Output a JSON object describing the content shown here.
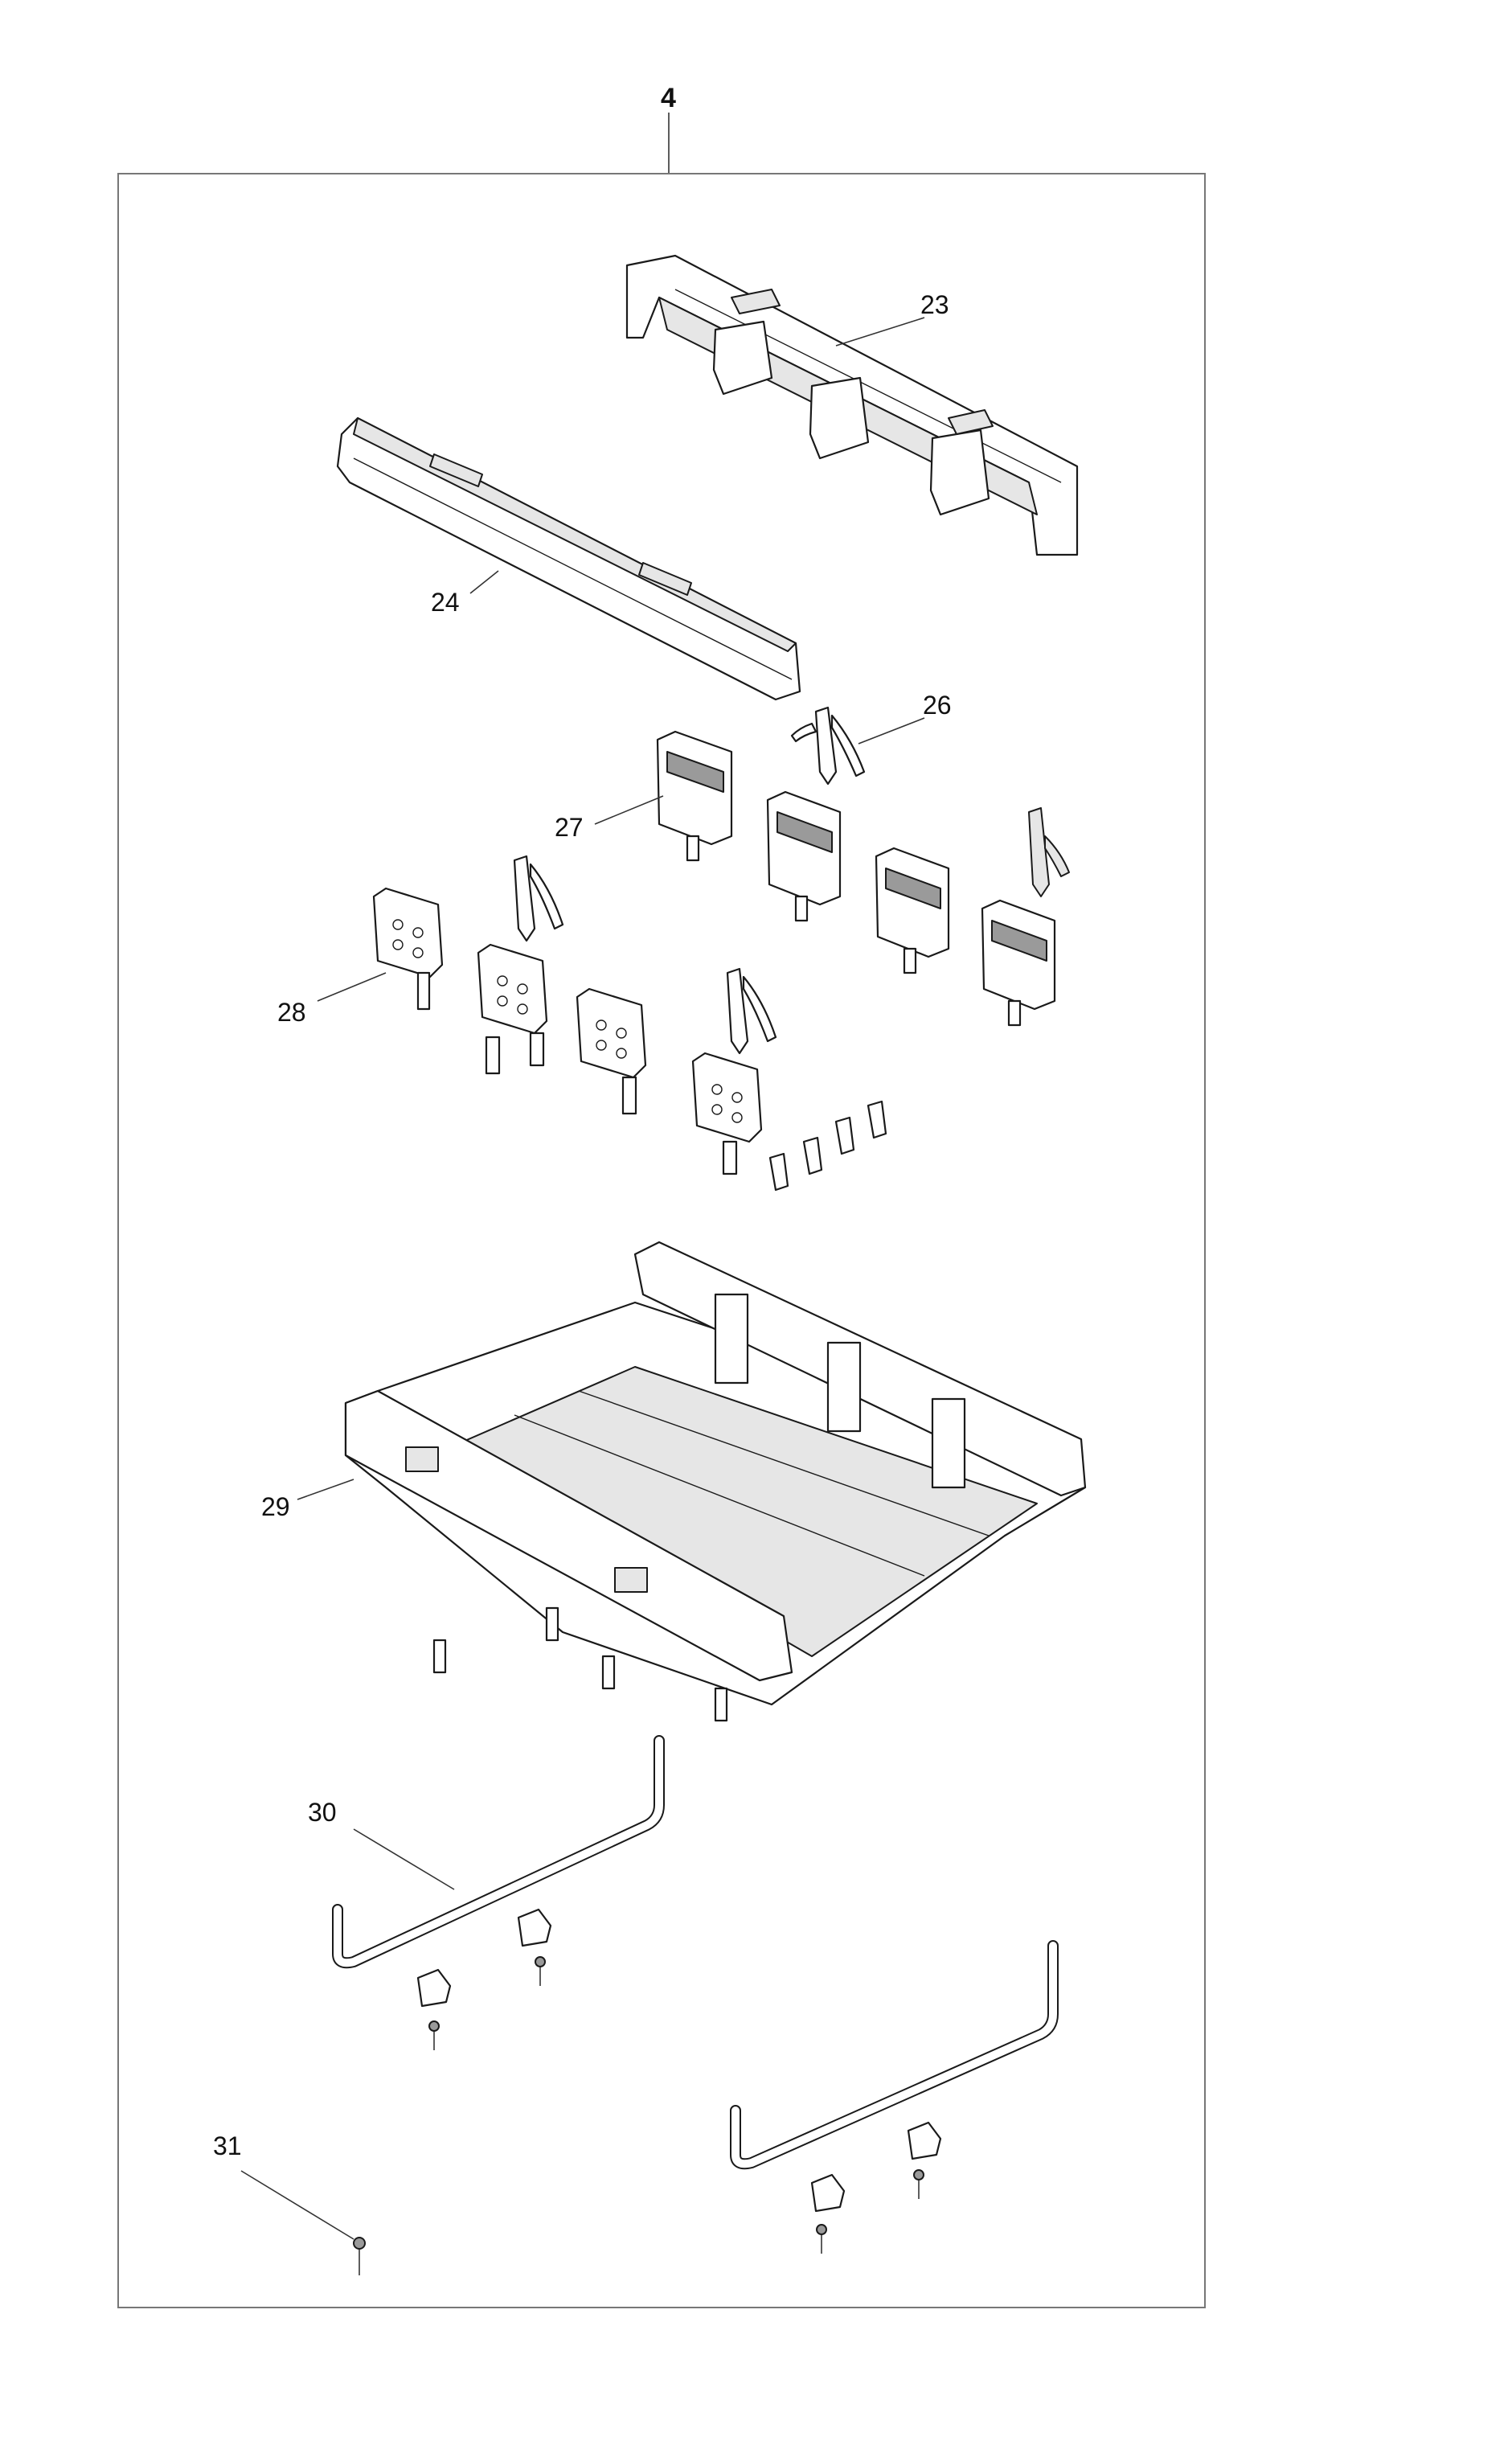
{
  "assembly_label": "4",
  "callouts": {
    "c23": "23",
    "c24": "24",
    "c26": "26",
    "c27": "27",
    "c28": "28",
    "c29": "29",
    "c30": "30",
    "c31": "31"
  }
}
